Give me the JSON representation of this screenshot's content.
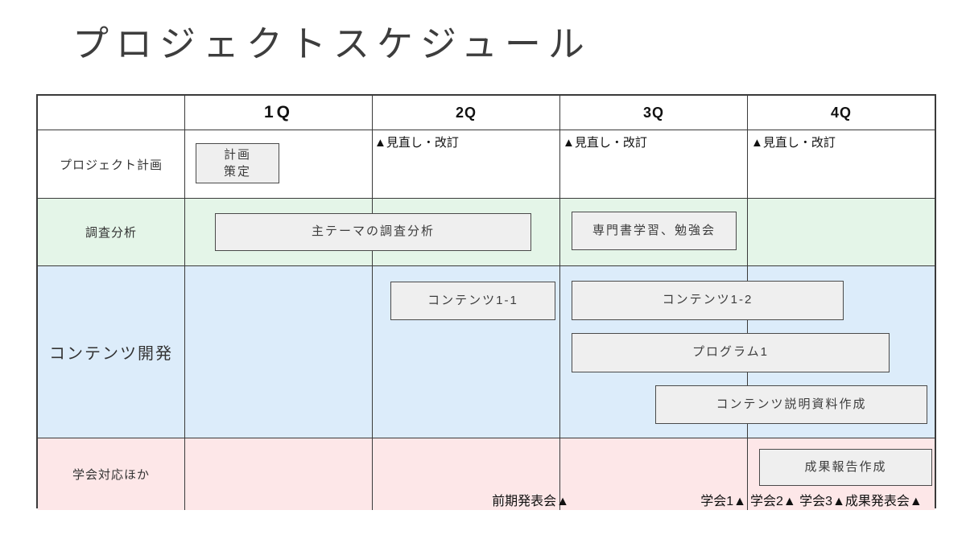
{
  "title": "プロジェクトスケジュール",
  "schedule": {
    "quarters": [
      "1Q",
      "2Q",
      "3Q",
      "4Q"
    ],
    "rows": {
      "plan": {
        "label": "プロジェクト計画"
      },
      "research": {
        "label": "調査分析"
      },
      "content": {
        "label": "コンテンツ開発"
      },
      "conference": {
        "label": "学会対応ほか"
      }
    },
    "bars": {
      "plan_box": {
        "line1": "計画",
        "line2": "策定"
      },
      "research_main": "主テーマの調査分析",
      "study_group": "専門書学習、勉強会",
      "content_1_1": "コンテンツ1-1",
      "content_1_2": "コンテンツ1-2",
      "program_1": "プログラム1",
      "content_docs": "コンテンツ説明資料作成",
      "report": "成果報告作成"
    },
    "milestones": {
      "review": "▲見直し・改訂",
      "midterm": "前期発表会▲",
      "conf1": "学会1▲",
      "conf23_final": "学会2▲ 学会3▲成果発表会▲"
    }
  },
  "colors": {
    "research_row_bg": "#e4f5e8",
    "content_row_bg": "#dcecfa",
    "conference_row_bg": "#fde7e8",
    "bar_bg": "#efefef",
    "grid_border": "#3a3a3a"
  }
}
